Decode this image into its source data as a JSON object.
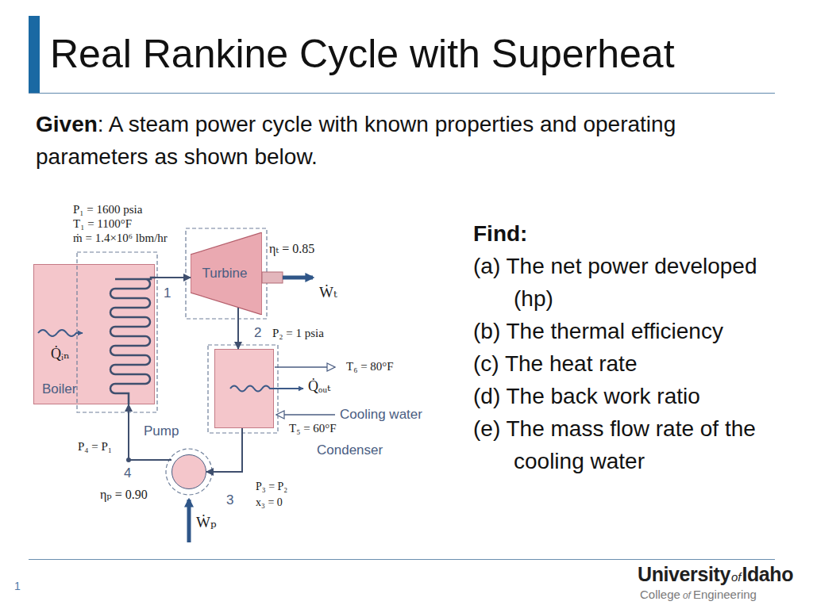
{
  "diagram": {
    "title": "Real Rankine Cycle with Superheat",
    "nodes": [
      {
        "text": [
          "Boiler"
        ]
      },
      {
        "text": [
          "Turbine"
        ]
      },
      {
        "text": [
          "Condenser"
        ]
      },
      {
        "text": [
          "Pump"
        ]
      }
    ],
    "edges": [
      {
        "from": 0,
        "to": 1,
        "arrow": "to"
      },
      {
        "from": 1,
        "to": 2,
        "arrow": "to"
      },
      {
        "from": 2,
        "to": 3,
        "arrow": "to"
      },
      {
        "from": 3,
        "to": 0,
        "arrow": "to"
      }
    ],
    "labels": [
      "Given",
      ": A steam power cycle with known properties and operating parameters as shown below.",
      "Find:",
      "(a) The net power developed (hp)",
      "(b) The thermal efficiency",
      "(c) The heat rate",
      "(d) The back work ratio",
      "(e) The mass flow rate of the cooling water",
      "P₁ = 1600 psia",
      "T₁ = 1100°F",
      "ṁ = 1.4×10⁶ lbm/hr",
      "ηₜ = 0.85",
      "Ẇₜ",
      "Q̇ᵢₙ",
      "1",
      "2",
      "P₂ = 1 psia",
      "T₆ = 80°F",
      "Q̇ₒᵤₜ",
      "Cooling water",
      "T₅ = 60°F",
      "P₄ = P₁",
      "4",
      "3",
      "P₃ = P₂",
      "x₃ = 0",
      "ηₚ = 0.90",
      "Ẇₚ",
      "1",
      "University",
      "of",
      "Idaho",
      "College",
      "of",
      "Engineering"
    ]
  }
}
